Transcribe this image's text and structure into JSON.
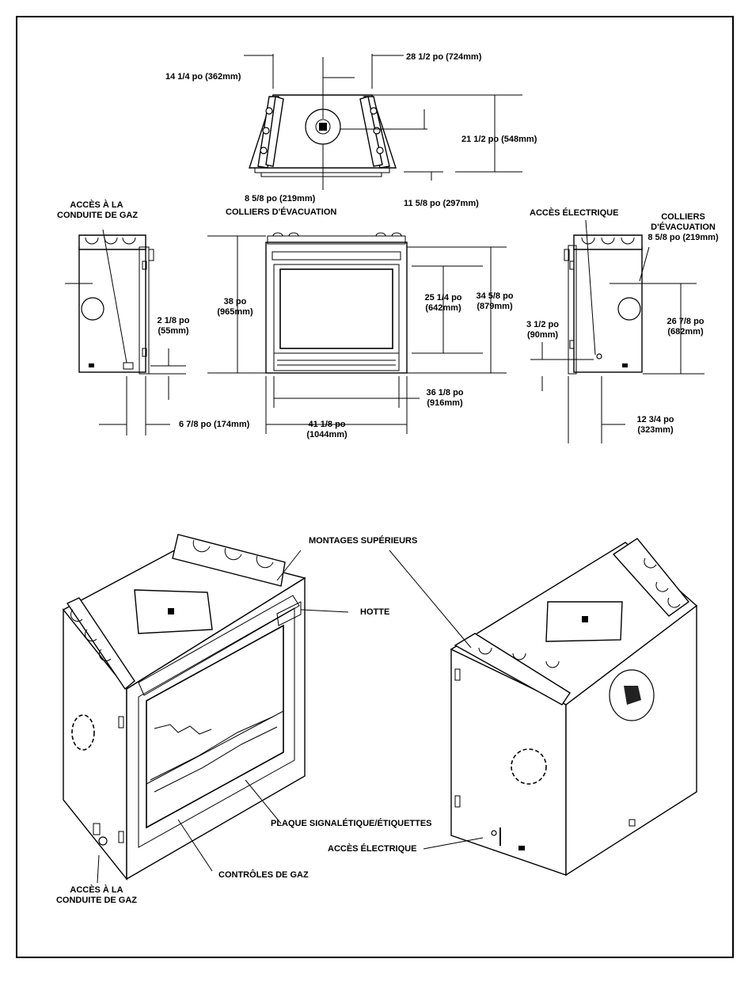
{
  "dimensions": {
    "top_left_width": "14 1/4 po (362mm)",
    "top_total_width": "28 1/2 po (724mm)",
    "top_depth": "21 1/2 po (548mm)",
    "top_collar_pos": "8 5/8 po (219mm)",
    "top_collar_label": "COLLIERS D'ÉVACUATION",
    "top_front_offset": "11 5/8 po (297mm)",
    "gas_access_left": [
      "ACCÈS À LA",
      "CONDUITE DE GAZ"
    ],
    "gas_height": [
      "2 1/8 po",
      "(55mm)"
    ],
    "gas_depth": "6 7/8 po (174mm)",
    "height": [
      "38 po",
      "(965mm)"
    ],
    "opening_height": [
      "25 1/4 po",
      "(642mm)"
    ],
    "overall_height": [
      "34 5/8 po",
      "(879mm)"
    ],
    "opening_width": [
      "36 1/8 po",
      "(916mm)"
    ],
    "overall_width": [
      "41 1/8 po",
      "(1044mm)"
    ],
    "electric_access_top": "ACCÈS ÉLECTRIQUE",
    "collar_right": [
      "COLLIERS",
      "D'ÉVACUATION",
      "8 5/8 po (219mm)"
    ],
    "elec_height": [
      "3 1/2 po",
      "(90mm)"
    ],
    "collar_height": [
      "26 7/8 po",
      "(682mm)"
    ],
    "elec_depth": [
      "12 3/4 po",
      "(323mm)"
    ]
  },
  "callouts": {
    "top_mounts": "MONTAGES SUPÉRIEURS",
    "hood": "HOTTE",
    "rating_plate": "PLAQUE SIGNALÉTIQUE/ÉTIQUETTES",
    "gas_controls": "CONTRÔLES DE GAZ",
    "electric_access": "ACCÈS ÉLECTRIQUE",
    "gas_access": [
      "ACCÈS À LA",
      "CONDUITE DE GAZ"
    ]
  }
}
